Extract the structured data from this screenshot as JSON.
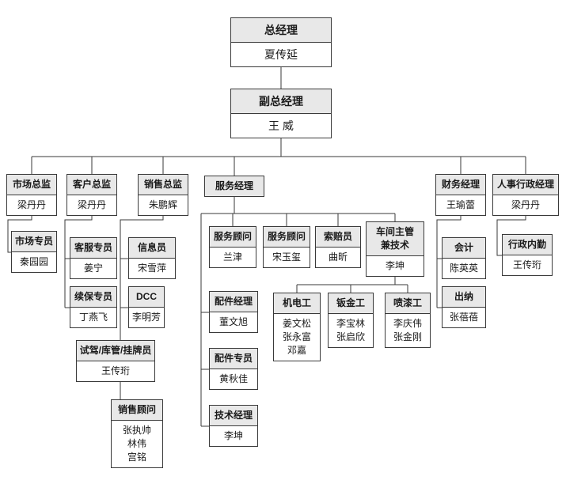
{
  "colors": {
    "background": "#ffffff",
    "box_header_bg": "#e8e8e8",
    "box_border": "#3a3a3a",
    "connector_line": "#3a3a3a"
  },
  "boxes": {
    "general_manager": {
      "title": "总经理",
      "name": "夏传延"
    },
    "deputy_general_manager": {
      "title": "副总经理",
      "name": "王 威"
    },
    "marketing_director": {
      "title": "市场总监",
      "name": "梁丹丹"
    },
    "customer_director": {
      "title": "客户总监",
      "name": "梁丹丹"
    },
    "sales_director": {
      "title": "销售总监",
      "name": "朱鹏辉"
    },
    "service_manager": {
      "title": "服务经理"
    },
    "finance_manager": {
      "title": "财务经理",
      "name": "王瑜蕾"
    },
    "hr_admin_manager": {
      "title": "人事行政经理",
      "name": "梁丹丹"
    },
    "marketing_specialist": {
      "title": "市场专员",
      "name": "秦园园"
    },
    "customer_service_specialist": {
      "title": "客服专员",
      "name": "姜宁"
    },
    "renewal_specialist": {
      "title": "续保专员",
      "name": "丁燕飞"
    },
    "information_officer": {
      "title": "信息员",
      "name": "宋雪萍"
    },
    "dcc": {
      "title": "DCC",
      "name": "李明芳"
    },
    "test_drive_warehouse_plate_clerk": {
      "title": "试驾/库管/挂牌员",
      "name": "王传珩"
    },
    "sales_consultants": {
      "title": "销售顾问",
      "names": [
        "张执帅",
        "林伟",
        "宫铭"
      ]
    },
    "service_advisor_1": {
      "title": "服务顾问",
      "name": "兰津"
    },
    "service_advisor_2": {
      "title": "服务顾问",
      "name": "宋玉玺"
    },
    "claims_officer": {
      "title": "索赔员",
      "name": "曲昕"
    },
    "workshop_supervisor": {
      "title_line1": "车间主管",
      "title_line2": "兼技术",
      "name": "李坤"
    },
    "mechanics": {
      "title": "机电工",
      "names": [
        "姜文松",
        "张永富",
        "邓嘉"
      ]
    },
    "sheet_metal_workers": {
      "title": "钣金工",
      "names": [
        "李宝林",
        "张启欣"
      ]
    },
    "painters": {
      "title": "喷漆工",
      "names": [
        "李庆伟",
        "张金刚"
      ]
    },
    "parts_manager": {
      "title": "配件经理",
      "name": "董文旭"
    },
    "parts_specialist": {
      "title": "配件专员",
      "name": "黄秋佳"
    },
    "technical_manager": {
      "title": "技术经理",
      "name": "李坤"
    },
    "accountant": {
      "title": "会计",
      "name": "陈英英"
    },
    "cashier": {
      "title": "出纳",
      "name": "张蓓蓓"
    },
    "admin_clerk": {
      "title": "行政内勤",
      "name": "王传珩"
    }
  }
}
